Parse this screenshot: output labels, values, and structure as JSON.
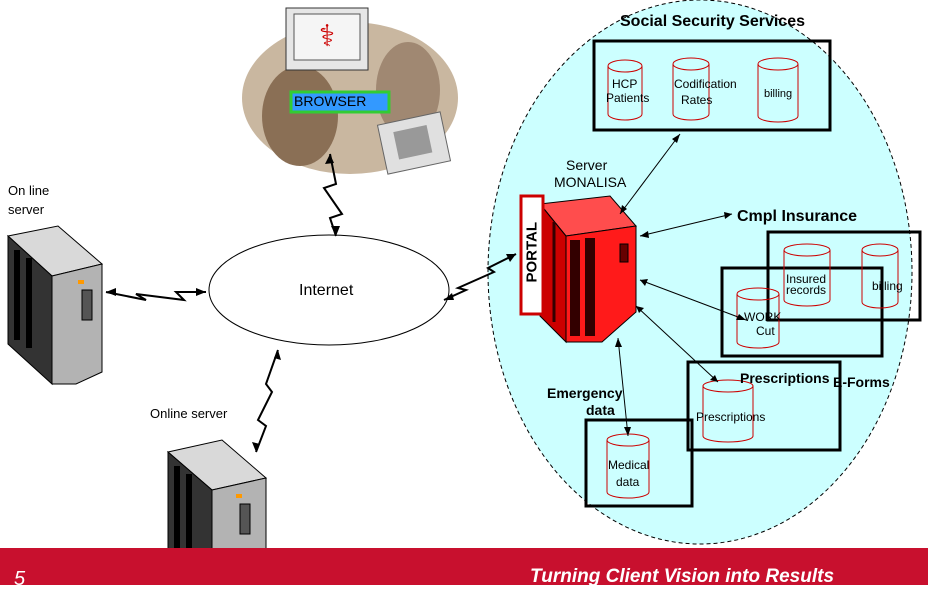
{
  "labels": {
    "social_security": "Social Security Services",
    "hcp": "HCP",
    "patients": "Patients",
    "codification": "Codification",
    "rates": "Rates",
    "billing_ss": "billing",
    "server_line1": "Server",
    "server_line2": "MONALISA",
    "cmpl_insurance": "Cmpl Insurance",
    "insured": "Insured",
    "records": "records",
    "billing_cmpl": "billing",
    "work": "WORK",
    "cut": "Cut",
    "prescriptions_title": "Prescriptions",
    "eforms": "E-Forms",
    "prescriptions_db": "Prescriptions",
    "emergency_line1": "Emergency",
    "emergency_line2": "data",
    "medical_line1": "Medical",
    "medical_line2": "data",
    "portal": "PORTAL",
    "internet": "Internet",
    "browser": "BROWSER",
    "online_server_top_line1": "On line",
    "online_server_top_line2": "server",
    "online_server_bottom": "Online server"
  },
  "footer": {
    "page_number": "5",
    "tagline": "Turning Client Vision into Results"
  },
  "colors": {
    "cloud_fill": "#ccffff",
    "server_red": "#ff1a1a",
    "footer_red": "#c8102e",
    "db_red": "#cc0000",
    "browser_bg": "#3399ff",
    "browser_border": "#33cc33"
  }
}
